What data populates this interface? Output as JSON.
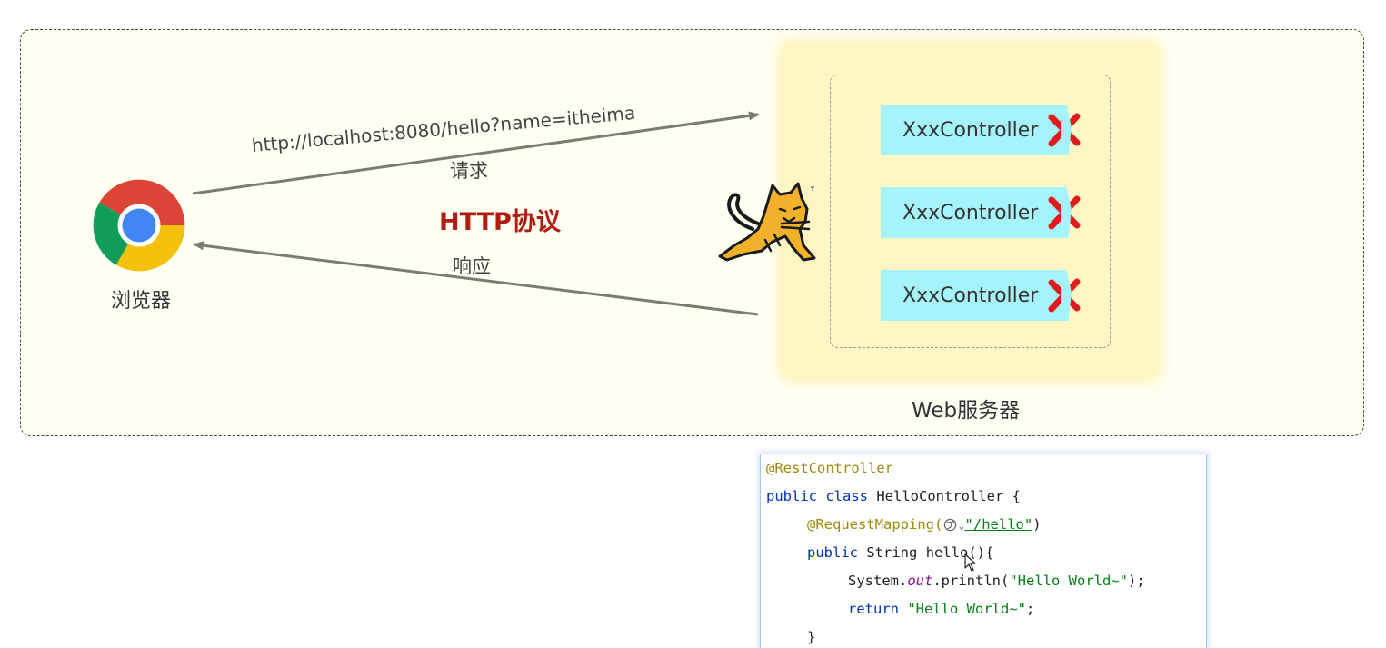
{
  "browser": {
    "label": "浏览器",
    "icon": "chrome-icon"
  },
  "request": {
    "url": "http://localhost:8080/hello?name=itheima",
    "label": "请求"
  },
  "protocol": {
    "label": "HTTP协议",
    "color": "#b01c12"
  },
  "response": {
    "label": "响应"
  },
  "server": {
    "label": "Web服务器",
    "logo": "tomcat-icon",
    "controllers": [
      {
        "label": "XxxController",
        "status_icon": "red-x-icon"
      },
      {
        "label": "XxxController",
        "status_icon": "red-x-icon"
      },
      {
        "label": "XxxController",
        "status_icon": "red-x-icon"
      }
    ]
  },
  "code": {
    "annotation": "@RestController",
    "class_keywords": "public class",
    "class_name": "HelloController {",
    "mapping_annotation": "@RequestMapping(",
    "mapping_path": "\"/hello\"",
    "mapping_close": ")",
    "method_keywords": "public",
    "method_type": "String",
    "method_name": "hello",
    "method_rest": "(){",
    "print_prefix": "System.",
    "print_out": "out",
    "print_call": ".println(",
    "print_arg": "\"Hello World~\"",
    "print_close": ");",
    "return_kw": "return",
    "return_val": "\"Hello World~\"",
    "return_close": ";",
    "closing_brace": "}"
  },
  "colors": {
    "panel_bg": "#fffff2",
    "server_bg": "#fff6c4",
    "controller_bg": "#a6f4fb",
    "arrow": "#7b7b70"
  }
}
